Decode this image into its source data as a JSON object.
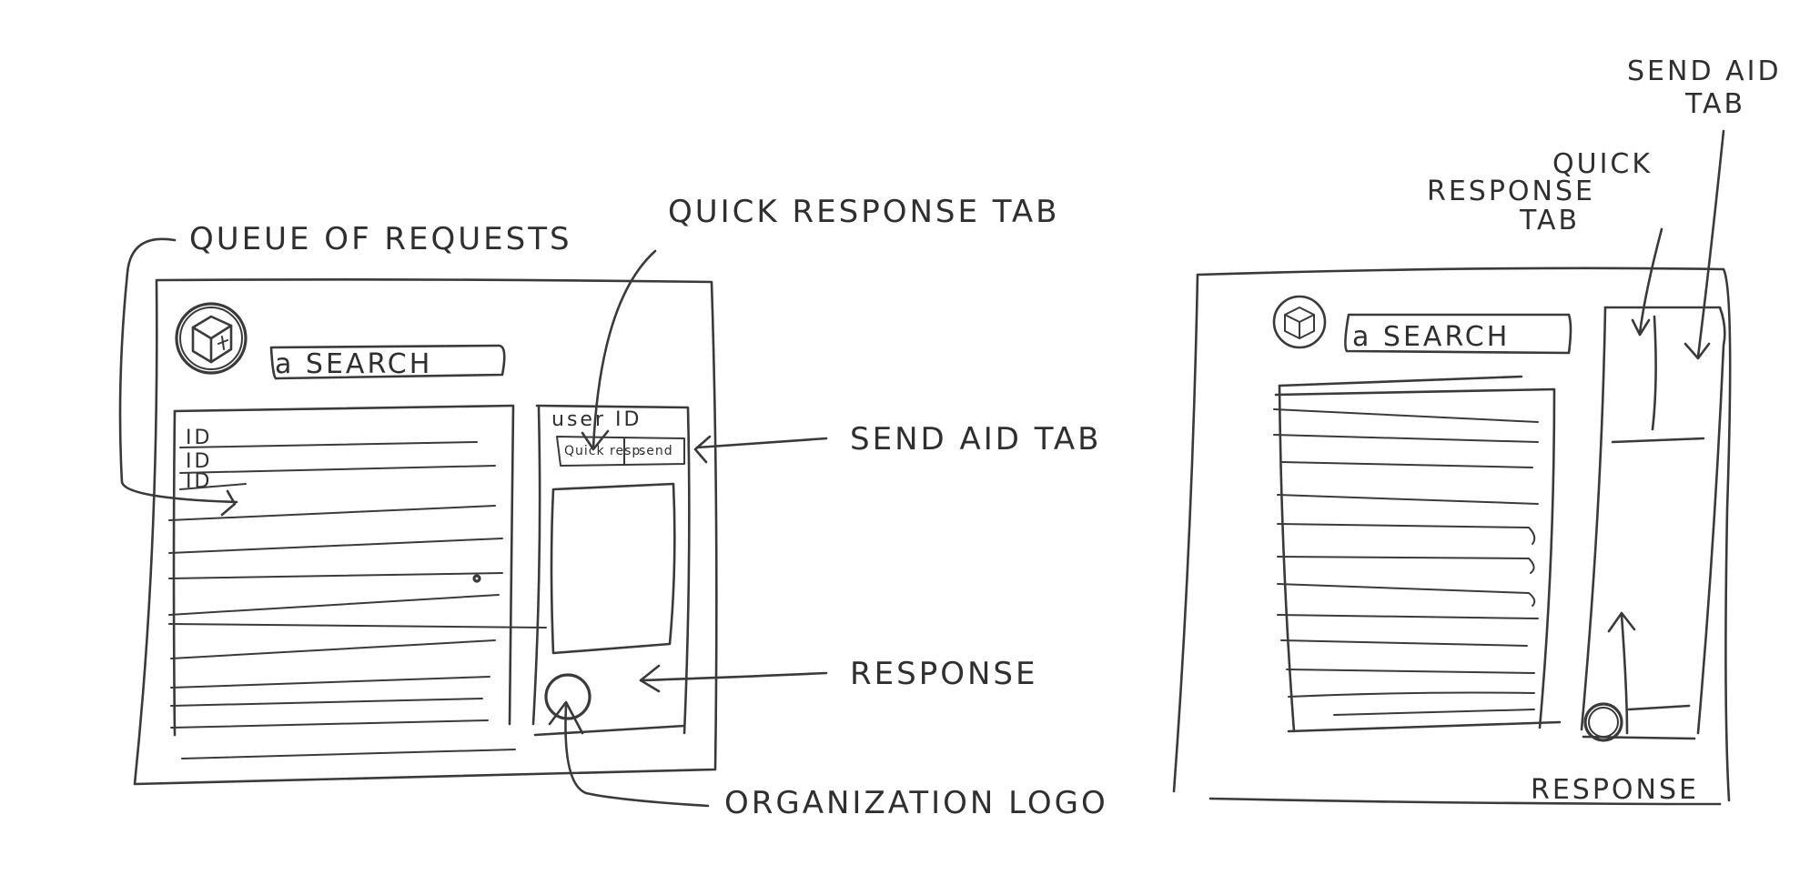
{
  "left_sketch": {
    "search_label": "a SEARCH",
    "user_id_label": "user ID",
    "list_ids": [
      "ID",
      "ID",
      "ID"
    ],
    "tab_quick_label": "Quick resp.",
    "tab_send_label": "send"
  },
  "left_annotations": {
    "queue": "QUEUE OF REQUESTS",
    "quick_tab": "QUICK RESPONSE TAB",
    "send_tab": "SEND AID TAB",
    "response": "RESPONSE",
    "org_logo": "ORGANIZATION LOGO"
  },
  "right_sketch": {
    "search_label": "a SEARCH"
  },
  "right_annotations": {
    "send_tab_line1": "SEND AID",
    "send_tab_line2": "TAB",
    "quick_line1": "QUICK",
    "quick_line2": "RESPONSE",
    "quick_line3": "TAB",
    "response": "RESPONSE"
  },
  "colors": {
    "ink": "#3a3a3a",
    "paper": "#ffffff"
  }
}
